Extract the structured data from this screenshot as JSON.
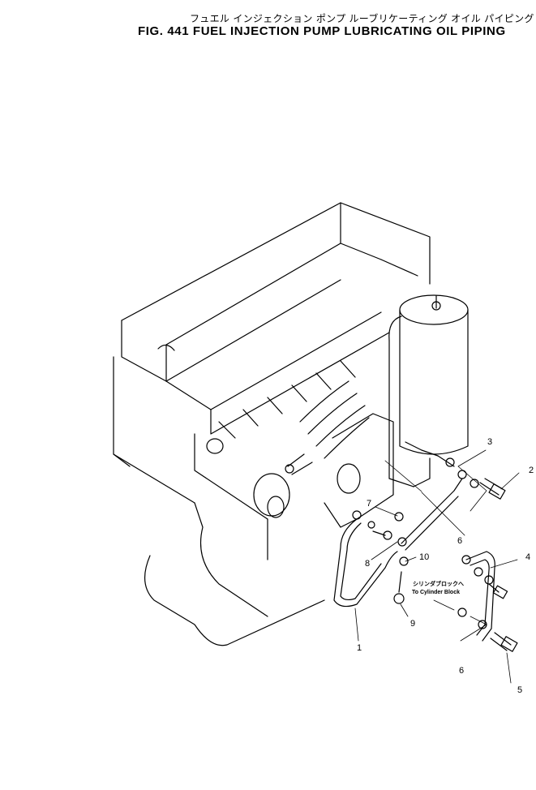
{
  "title_jp": "フュエル インジェクション ポンプ ルーブリケーティング オイル パイピング",
  "title_en": "FIG. 441  FUEL  INJECTION  PUMP  LUBRICATING  OIL  PIPING",
  "callouts": {
    "c1": "1",
    "c2": "2",
    "c3": "3",
    "c4": "4",
    "c5": "5",
    "c6a": "6",
    "c6b": "6",
    "c7": "7",
    "c8": "8",
    "c9": "9",
    "c10": "10"
  },
  "note_jp": "シリンダブロックへ",
  "note_en": "To Cylinder Block"
}
